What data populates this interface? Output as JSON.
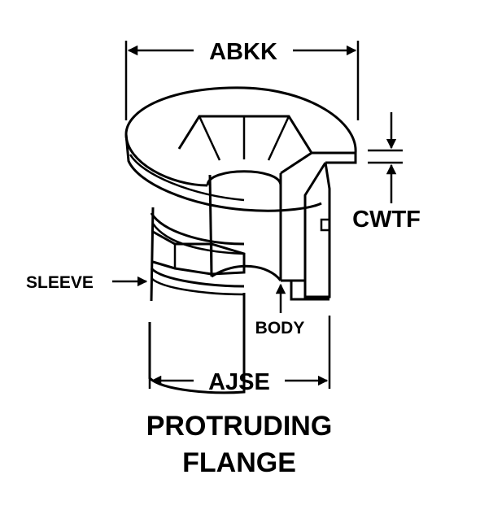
{
  "dimensions": {
    "top_width": "ABKK",
    "bottom_width": "AJSE",
    "flange_thickness": "CWTF"
  },
  "callouts": {
    "sleeve": "SLEEVE",
    "body": "BODY"
  },
  "title": {
    "line1": "PROTRUDING",
    "line2": "FLANGE"
  },
  "colors": {
    "ink": "#000000",
    "background": "#ffffff"
  }
}
